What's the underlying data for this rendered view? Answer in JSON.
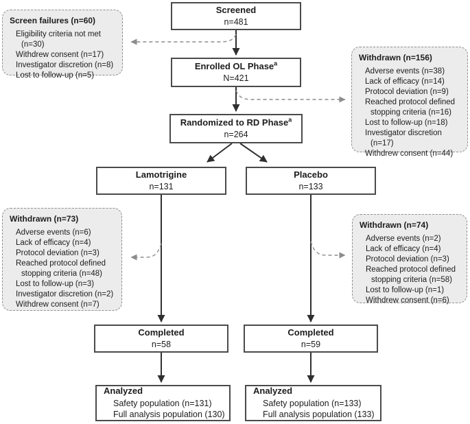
{
  "colors": {
    "box_border": "#4a4a4a",
    "arrow": "#2f2f2f",
    "note_background": "#ececec",
    "note_border": "#8f8f8f",
    "dashed_arrow": "#8c8c8c",
    "text": "#1c1c1c"
  },
  "flow": {
    "screened": {
      "title": "Screened",
      "value": "n=481"
    },
    "enrolled": {
      "title": "Enrolled OL Phase",
      "footnote_marker": "a",
      "value": "N=421"
    },
    "randomized": {
      "title": "Randomized to RD Phase",
      "footnote_marker": "a",
      "value": "n=264"
    },
    "lamotrigine": {
      "title": "Lamotrigine",
      "value": "n=131"
    },
    "placebo": {
      "title": "Placebo",
      "value": "n=133"
    },
    "completed_lamotrigine": {
      "title": "Completed",
      "value": "n=58"
    },
    "completed_placebo": {
      "title": "Completed",
      "value": "n=59"
    },
    "analyzed_lamotrigine": {
      "title": "Analyzed",
      "lines": [
        "Safety population (n=131)",
        "Full analysis population (130)"
      ]
    },
    "analyzed_placebo": {
      "title": "Analyzed",
      "lines": [
        "Safety population (n=133)",
        "Full analysis population (133)"
      ]
    }
  },
  "side_notes": {
    "screen_failures": {
      "title": "Screen failures (n=60)",
      "items": [
        "Eligibility criteria not met (n=30)",
        "Withdrew consent (n=17)",
        "Investigator discretion (n=8)",
        "Lost to follow-up (n=5)"
      ]
    },
    "withdrawn_ol": {
      "title": "Withdrawn (n=156)",
      "items": [
        "Adverse events (n=38)",
        "Lack of efficacy (n=14)",
        "Protocol deviation (n=9)",
        "Reached protocol defined stopping criteria (n=16)",
        "Lost to follow-up (n=18)",
        "Investigator discretion (n=17)",
        "Withdrew consent (n=44)"
      ]
    },
    "withdrawn_lamotrigine": {
      "title": "Withdrawn (n=73)",
      "items": [
        "Adverse events (n=6)",
        "Lack of efficacy (n=4)",
        "Protocol deviation (n=3)",
        "Reached protocol defined stopping criteria (n=48)",
        "Lost to follow-up (n=3)",
        "Investigator discretion (n=2)",
        "Withdrew consent (n=7)"
      ]
    },
    "withdrawn_placebo": {
      "title": "Withdrawn (n=74)",
      "items": [
        "Adverse events (n=2)",
        "Lack of efficacy (n=4)",
        "Protocol deviation (n=3)",
        "Reached protocol defined stopping criteria (n=58)",
        "Lost to follow-up (n=1)",
        "Withdrew consent (n=6)"
      ]
    }
  }
}
